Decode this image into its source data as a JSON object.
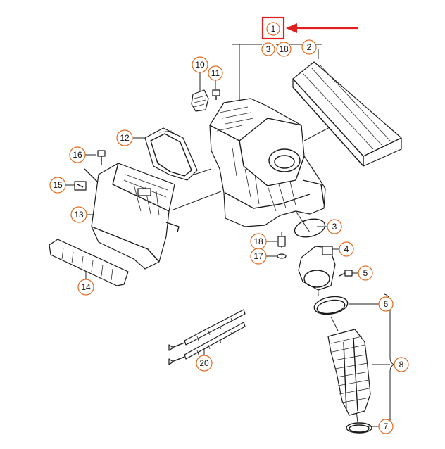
{
  "diagram": {
    "highlight_color": "#e02020",
    "callout_color": "#e06a1c",
    "top_callout": "1",
    "top_sublabels": [
      "3",
      "18"
    ],
    "callouts": {
      "c2": "2",
      "c3": "3",
      "c4": "4",
      "c5": "5",
      "c6": "6",
      "c7": "7",
      "c8": "8",
      "c10": "10",
      "c11": "11",
      "c12": "12",
      "c13": "13",
      "c14": "14",
      "c15": "15",
      "c16": "16",
      "c17": "17",
      "c18": "18",
      "c20": "20"
    }
  }
}
